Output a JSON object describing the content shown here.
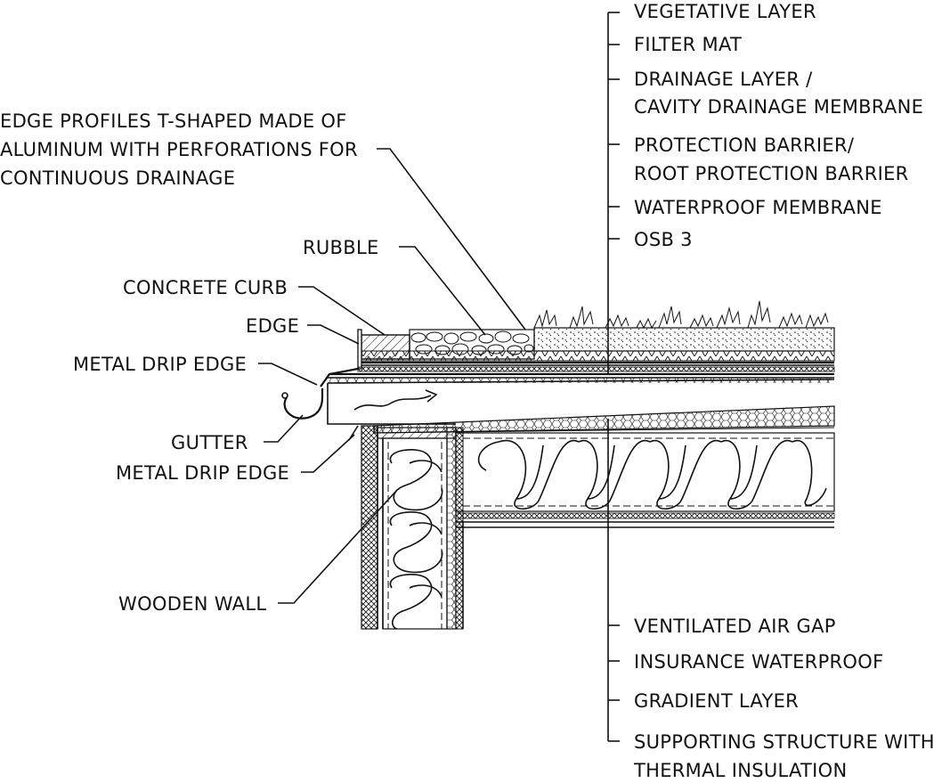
{
  "labels": {
    "vegetative_layer": "VEGETATIVE  LAYER",
    "filter_mat": "FILTER MAT",
    "drainage_layer_1": "DRAINAGE LAYER /",
    "drainage_layer_2": "CAVITY DRAINAGE MEMBRANE",
    "protection_barrier_1": "PROTECTION BARRIER/",
    "protection_barrier_2": "ROOT PROTECTION BARRIER",
    "waterproof_membrane": "WATERPROOF MEMBRANE",
    "osb": "OSB 3",
    "edge_profiles_1": "EDGE PROFILES T-SHAPED MADE OF",
    "edge_profiles_2": "ALUMINUM WITH PERFORATIONS FOR",
    "edge_profiles_3": "CONTINUOUS DRAINAGE",
    "rubble": "RUBBLE",
    "concrete_curb": "CONCRETE CURB",
    "edge": "EDGE",
    "metal_drip_edge_top": "METAL DRIP EDGE",
    "gutter": "GUTTER",
    "metal_drip_edge_bottom": "METAL DRIP EDGE",
    "wooden_wall": "WOODEN WALL",
    "ventilated_air_gap": "VENTILATED AIR GAP",
    "insurance_waterproof": "INSURANCE  WATERPROOF",
    "gradient_layer": "GRADIENT LAYER",
    "supporting_structure_1": "SUPPORTING STRUCTURE WITH",
    "supporting_structure_2": "THERMAL INSULATION"
  }
}
